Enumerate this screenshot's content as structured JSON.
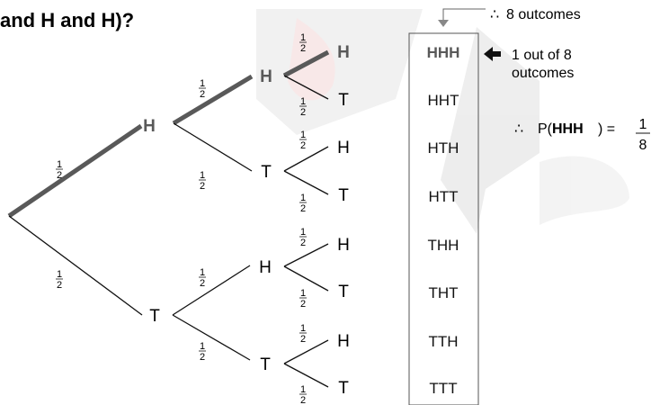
{
  "title": "and H and H)?",
  "colors": {
    "highlight": "#595959",
    "ink": "#111111",
    "wm": "#d9d9d9",
    "wm_red": "#f2dada"
  },
  "fraction": {
    "num": "1",
    "den": "2"
  },
  "nodes": {
    "l1_H": "H",
    "l1_T": "T",
    "l2_HH": "H",
    "l2_HT": "T",
    "l2_TH": "H",
    "l2_TT": "T",
    "l3_HHH": "H",
    "l3_HHT": "T",
    "l3_HTH": "H",
    "l3_HTT": "T",
    "l3_THH": "H",
    "l3_THT": "T",
    "l3_TTH": "H",
    "l3_TTT": "T"
  },
  "outcomes": [
    "HHH",
    "HHT",
    "HTH",
    "HTT",
    "THH",
    "THT",
    "TTH",
    "TTT"
  ],
  "annotations": {
    "therefore_symbol": "∴",
    "count_label": "8 outcomes",
    "arrow_glyph": "🡄",
    "one_of_line1": "1 out of 8",
    "one_of_line2": "outcomes",
    "prob_prefix": "P(",
    "prob_event": "HHH",
    "prob_suffix": ") =",
    "prob_num": "1",
    "prob_den": "8"
  }
}
